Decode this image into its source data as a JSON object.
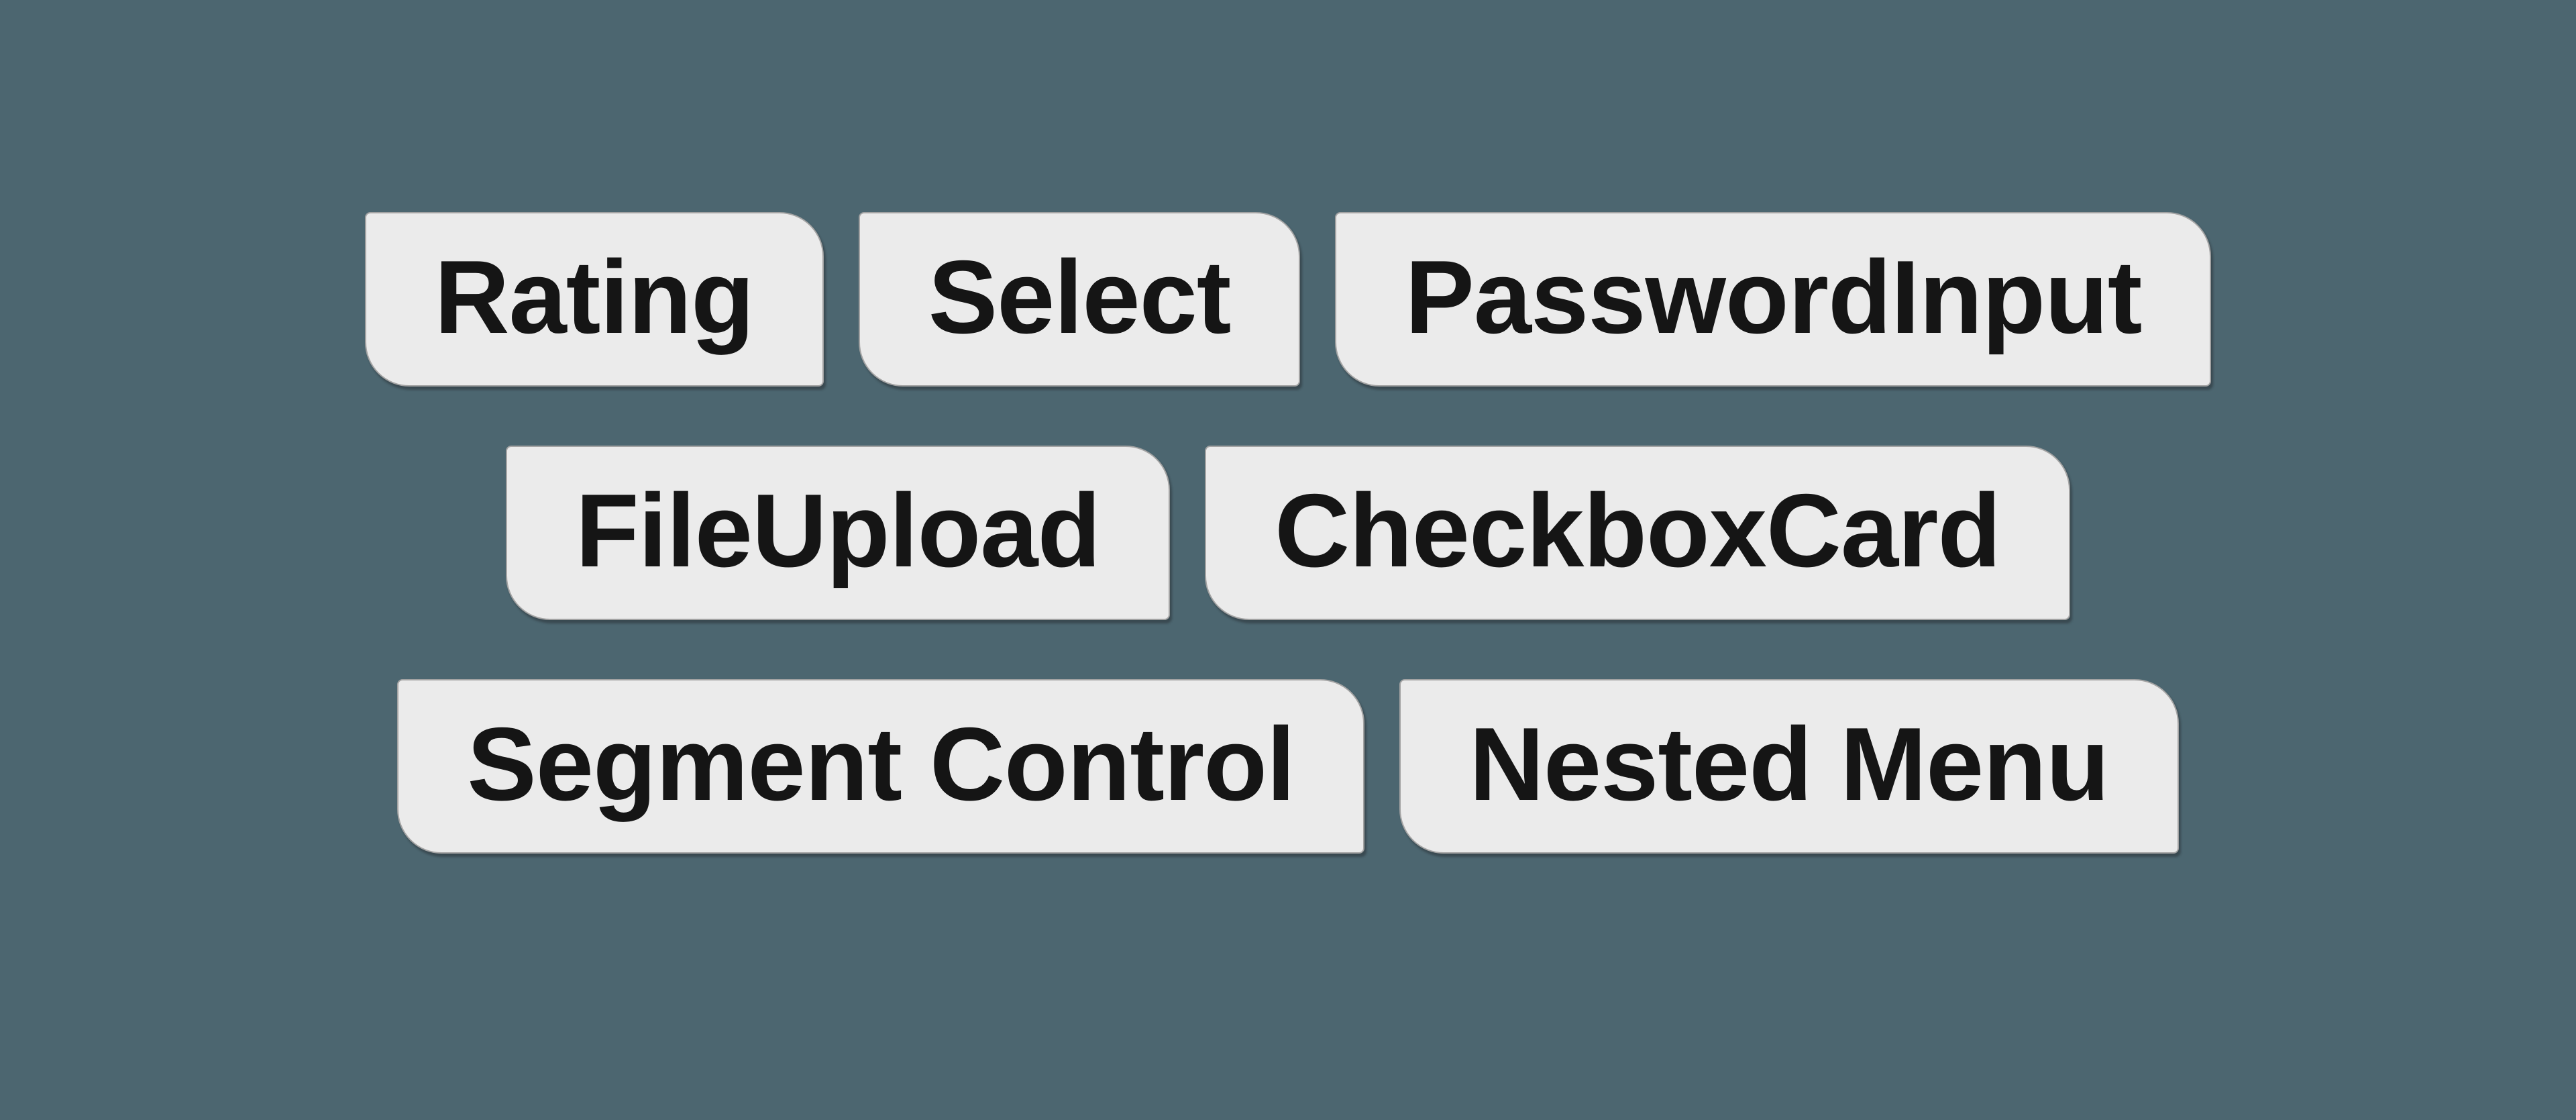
{
  "theme": {
    "background_color": "#4c6670",
    "chip_fill_color": "#ebebeb",
    "chip_border_color": "#a3a3a3",
    "chip_text_color": "#151515"
  },
  "chips": {
    "rows": [
      {
        "items": [
          {
            "label": "Rating"
          },
          {
            "label": "Select"
          },
          {
            "label": "PasswordInput"
          }
        ]
      },
      {
        "items": [
          {
            "label": "FileUpload"
          },
          {
            "label": "CheckboxCard"
          }
        ]
      },
      {
        "items": [
          {
            "label": "Segment Control"
          },
          {
            "label": "Nested Menu"
          }
        ]
      }
    ]
  }
}
